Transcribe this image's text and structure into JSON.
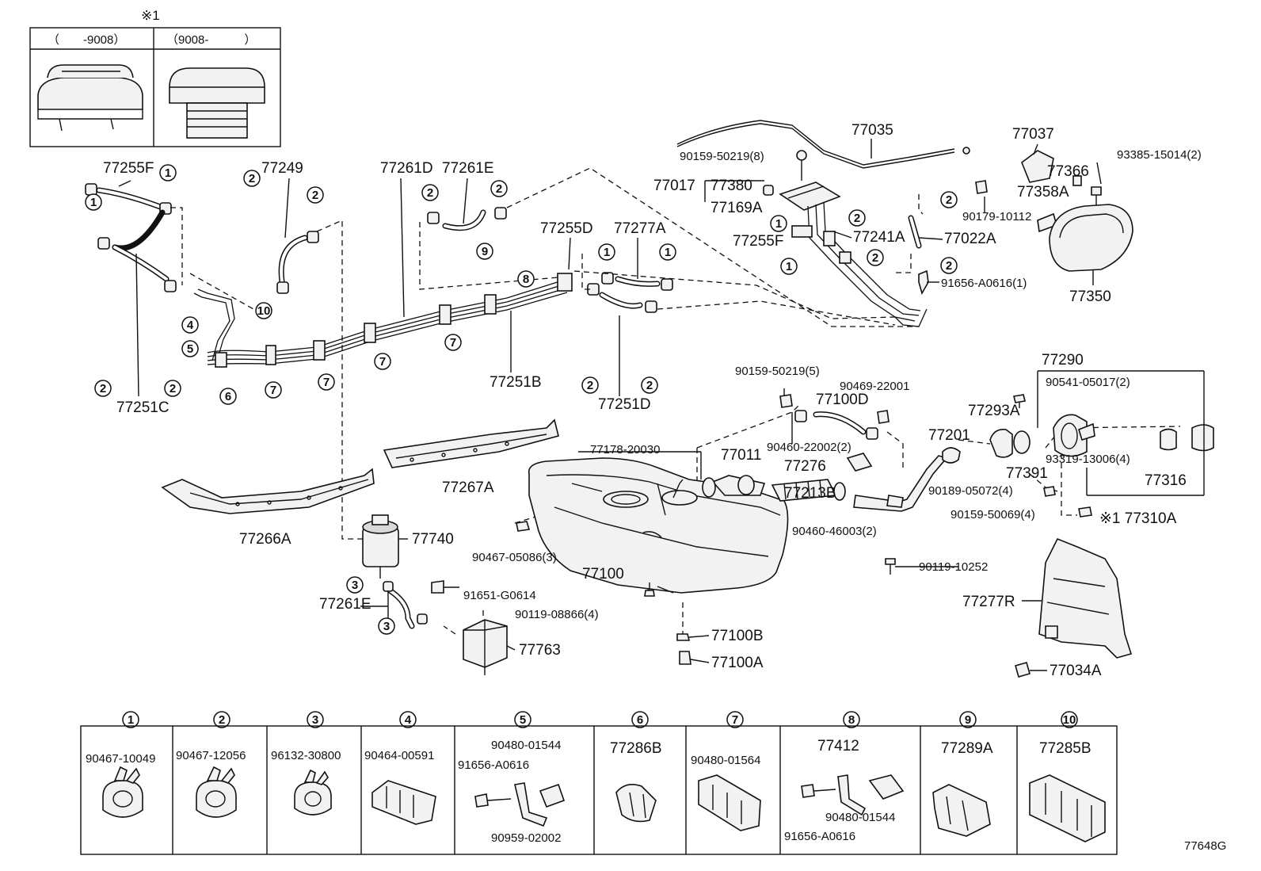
{
  "note_mark": "※1",
  "inset": {
    "col1": "（　　-9008）",
    "col2": "（9008-　　　）"
  },
  "labels": {
    "p77255F_a": "77255F",
    "p77249": "77249",
    "p77261D": "77261D",
    "p77261E_a": "77261E",
    "p77035": "77035",
    "p77037": "77037",
    "p90159_8": "90159-50219(8)",
    "p93385": "93385-15014(2)",
    "p77366": "77366",
    "p77358A": "77358A",
    "p77017": "77017",
    "p77380": "77380",
    "p77169A": "77169A",
    "p90179": "90179-10112",
    "p77255F_b": "77255F",
    "p77241A": "77241A",
    "p77022A": "77022A",
    "p91656_1": "91656-A0616(1)",
    "p77350": "77350",
    "p77255D": "77255D",
    "p77277A": "77277A",
    "p77251B": "77251B",
    "p77251C": "77251C",
    "p77251D": "77251D",
    "p90159_5": "90159-50219(5)",
    "p90469": "90469-22001",
    "p77100D": "77100D",
    "p77290": "77290",
    "p90541": "90541-05017(2)",
    "p77293A": "77293A",
    "p77267A": "77267A",
    "p77178": "77178-20030",
    "p77011": "77011",
    "p90460_22002": "90460-22002(2)",
    "p77276": "77276",
    "p77201": "77201",
    "p93319": "93319-13006(4)",
    "p77391": "77391",
    "p77316": "77316",
    "p77213B": "77213B",
    "p90189": "90189-05072(4)",
    "p90159_4": "90159-50069(4)",
    "p77310A": "※1 77310A",
    "p90460_46003": "90460-46003(2)",
    "p77266A": "77266A",
    "p77740": "77740",
    "p90467_05086": "90467-05086(3)",
    "p77100": "77100",
    "p90119_10252": "90119-10252",
    "p91651": "91651-G0614",
    "p77261E_b": "77261E",
    "p90119_08866": "90119-08866(4)",
    "p77277R": "77277R",
    "p77100B": "77100B",
    "p77763": "77763",
    "p77100A": "77100A",
    "p77034A": "77034A",
    "figure_code": "77648G"
  },
  "table": [
    {
      "num": "1",
      "parts": [
        "90467-10049"
      ]
    },
    {
      "num": "2",
      "parts": [
        "90467-12056"
      ]
    },
    {
      "num": "3",
      "parts": [
        "96132-30800"
      ]
    },
    {
      "num": "4",
      "parts": [
        "90464-00591"
      ]
    },
    {
      "num": "5",
      "parts": [
        "90480-01544",
        "91656-A0616",
        "90959-02002"
      ]
    },
    {
      "num": "6",
      "parts": [
        "77286B"
      ]
    },
    {
      "num": "7",
      "parts": [
        "90480-01564"
      ]
    },
    {
      "num": "8",
      "parts": [
        "77412",
        "90480-01544",
        "91656-A0616"
      ]
    },
    {
      "num": "9",
      "parts": [
        "77289A"
      ]
    },
    {
      "num": "10",
      "parts": [
        "77285B"
      ]
    }
  ]
}
